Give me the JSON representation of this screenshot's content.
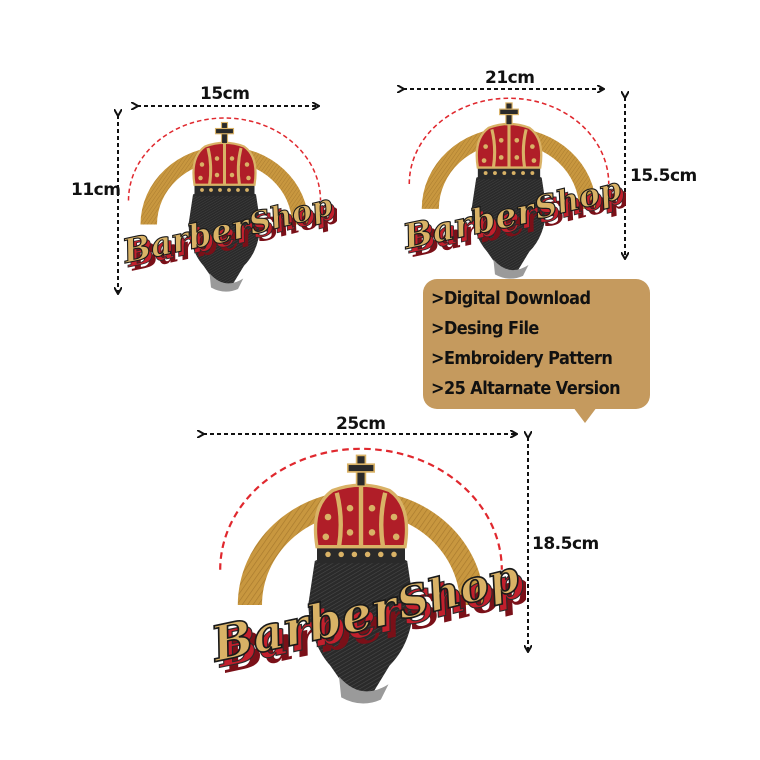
{
  "dimensions": {
    "small": {
      "width": "15cm",
      "height": "11cm"
    },
    "medium": {
      "width": "21cm",
      "height": "15.5cm"
    },
    "large": {
      "width": "25cm",
      "height": "18.5cm"
    }
  },
  "info_box": {
    "lines": [
      ">Digital Download",
      ">Desing File",
      ">Embroidery Pattern",
      ">25 Altarnate Version"
    ]
  },
  "emblem": {
    "logo_text_left": "Barber",
    "logo_text_right": "Shop"
  },
  "colors": {
    "arch": "#c8973f",
    "crown_red": "#b01e28",
    "crown_gold": "#d9b266",
    "text_red": "#c21f2c",
    "dark": "#262626",
    "dashed_red": "#e0282e",
    "bubble": "#c59a5e"
  }
}
